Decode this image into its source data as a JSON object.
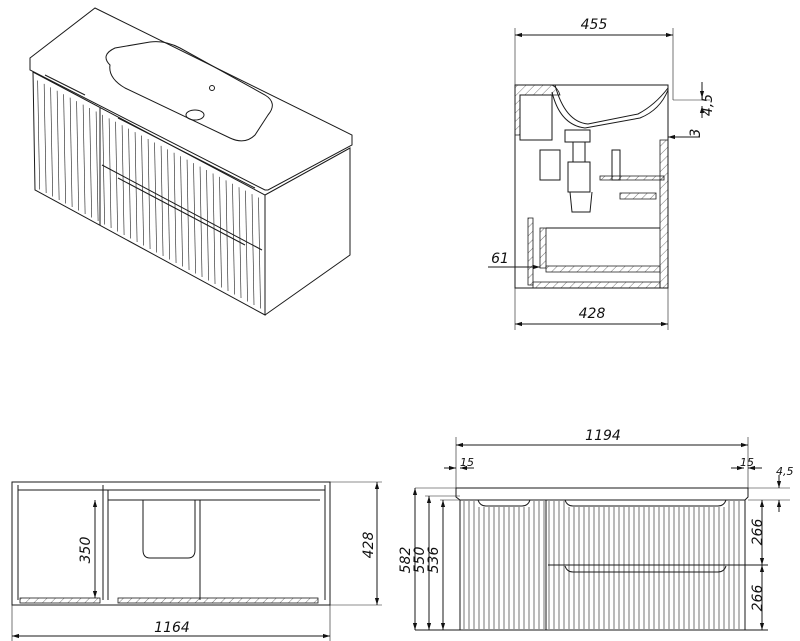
{
  "side_view": {
    "depth_top": "455",
    "top_offset": "4,5",
    "gap": "3",
    "drawer_offset": "61",
    "depth_bottom": "428"
  },
  "plan_view": {
    "inner_height": "350",
    "depth": "428",
    "width": "1164"
  },
  "front_view": {
    "overall_width": "1194",
    "overhang_left": "15",
    "overhang_right": "15",
    "top_thickness": "4,5",
    "height_total": "582",
    "height_body": "550",
    "height_front": "536",
    "drawer_upper": "266",
    "drawer_lower": "266"
  },
  "colors": {
    "line": "#1a1a1a",
    "background": "#ffffff"
  }
}
